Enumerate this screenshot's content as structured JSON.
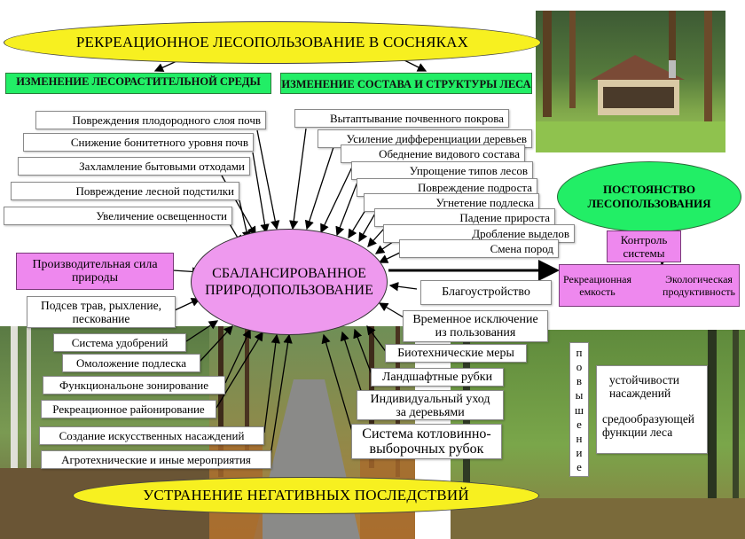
{
  "title": "РЕКРЕАЦИОННОЕ ЛЕСОПОЛЬЗОВАНИЕ В СОСНЯКАХ",
  "header_left": "ИЗМЕНЕНИЕ ЛЕСОРАСТИТЕЛЬНОЙ СРЕДЫ",
  "header_right": "ИЗМЕНЕНИЕ СОСТАВА И СТРУКТУРЫ ЛЕСА",
  "center": {
    "line1": "СБАЛАНСИРОВАННОЕ",
    "line2": "ПРИРОДОПОЛЬЗОВАНИЕ"
  },
  "left_impacts": [
    "Повреждения плодородного слоя почв",
    "Снижение бонитетного уровня почв",
    "Захламление бытовыми отходами",
    "Повреждение лесной подстилки",
    "Увеличение освещенности"
  ],
  "right_impacts": [
    "Вытаптывание почвенного покрова",
    "Усиление дифференциации деревьев",
    "Обеднение видового состава",
    "Упрощение типов лесов",
    "Повреждение подроста",
    "Угнетение подлеска",
    "Падение прироста",
    "Дробление выделов",
    "Смена пород"
  ],
  "constancy": {
    "line1": "ПОСТОЯНСТВО",
    "line2": "ЛЕСОПОЛЬЗОВАНИЯ"
  },
  "control": {
    "line1": "Контроль",
    "line2": "системы"
  },
  "capacity": {
    "left1": "Рекреационная",
    "left2": "емкость",
    "right1": "Экологическая",
    "right2": "продуктивность"
  },
  "productive_force": {
    "line1": "Производительная сила",
    "line2": "природы"
  },
  "improvement": "Благоустройство",
  "temp_exclusion": {
    "line1": "Временное исключение",
    "line2": "из пользования"
  },
  "left_measures": {
    "seeding": {
      "line1": "Подсев трав, рыхление,",
      "line2": "пескование"
    },
    "items": [
      "Система удобрений",
      "Омоложение подлеска",
      "Функциональоне зонирование",
      "Рекреационное районирование",
      "Создание искусственных насаждений",
      "Агротехнические и иные мероприятия"
    ]
  },
  "right_measures": {
    "biotech": "Биотехнические меры",
    "landscape": "Ландшафтные рубки",
    "individual": {
      "line1": "Индивидуальный уход",
      "line2": "за деревьями"
    },
    "cutting": {
      "line1": "Система котловинно-",
      "line2": "выборочных рубок"
    }
  },
  "increase_letters": [
    "п",
    "о",
    "в",
    "ы",
    "ш",
    "е",
    "н",
    "и",
    "е"
  ],
  "increase_targets": {
    "a1": "устойчивости",
    "a2": "насаждений",
    "b1": "средообразующей",
    "b2": "функции леса"
  },
  "footer": "УСТРАНЕНИЕ НЕГАТИВНЫХ ПОСЛЕДСТВИЙ",
  "colors": {
    "yellow": "#f7f020",
    "green": "#22ee66",
    "pink": "#ee88ee",
    "violet": "#ee99ee"
  }
}
